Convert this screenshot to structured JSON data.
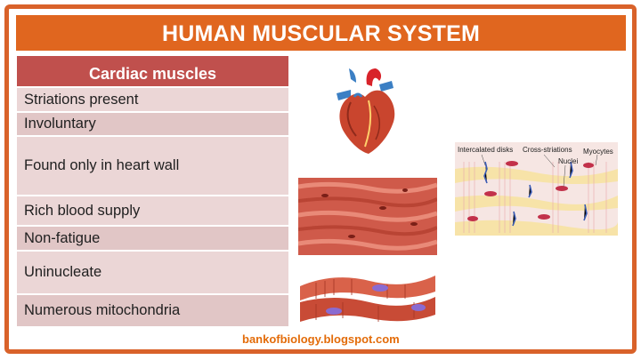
{
  "title": "HUMAN MUSCULAR SYSTEM",
  "table": {
    "header": "Cardiac muscles",
    "rows": [
      "Striations present",
      "Involuntary",
      "Found only in heart wall",
      "Rich blood supply",
      "Non-fatigue",
      "Uninucleate",
      "Numerous mitochondria"
    ]
  },
  "diagram_labels": {
    "intercalated": "Intercalated disks",
    "cross": "Cross-striations",
    "myocytes": "Myocytes",
    "nuclei": "Nuclei"
  },
  "footer": "bankofbiology.blogspot.com",
  "colors": {
    "accent": "#e0661f",
    "table_header": "#c0504d",
    "row": "#ebd6d6",
    "footer_text": "#e36c0a"
  },
  "icons": [
    "heart-illustration",
    "striated-muscle-micrograph",
    "cardiac-cell-illustration",
    "intercalated-disks-diagram"
  ]
}
